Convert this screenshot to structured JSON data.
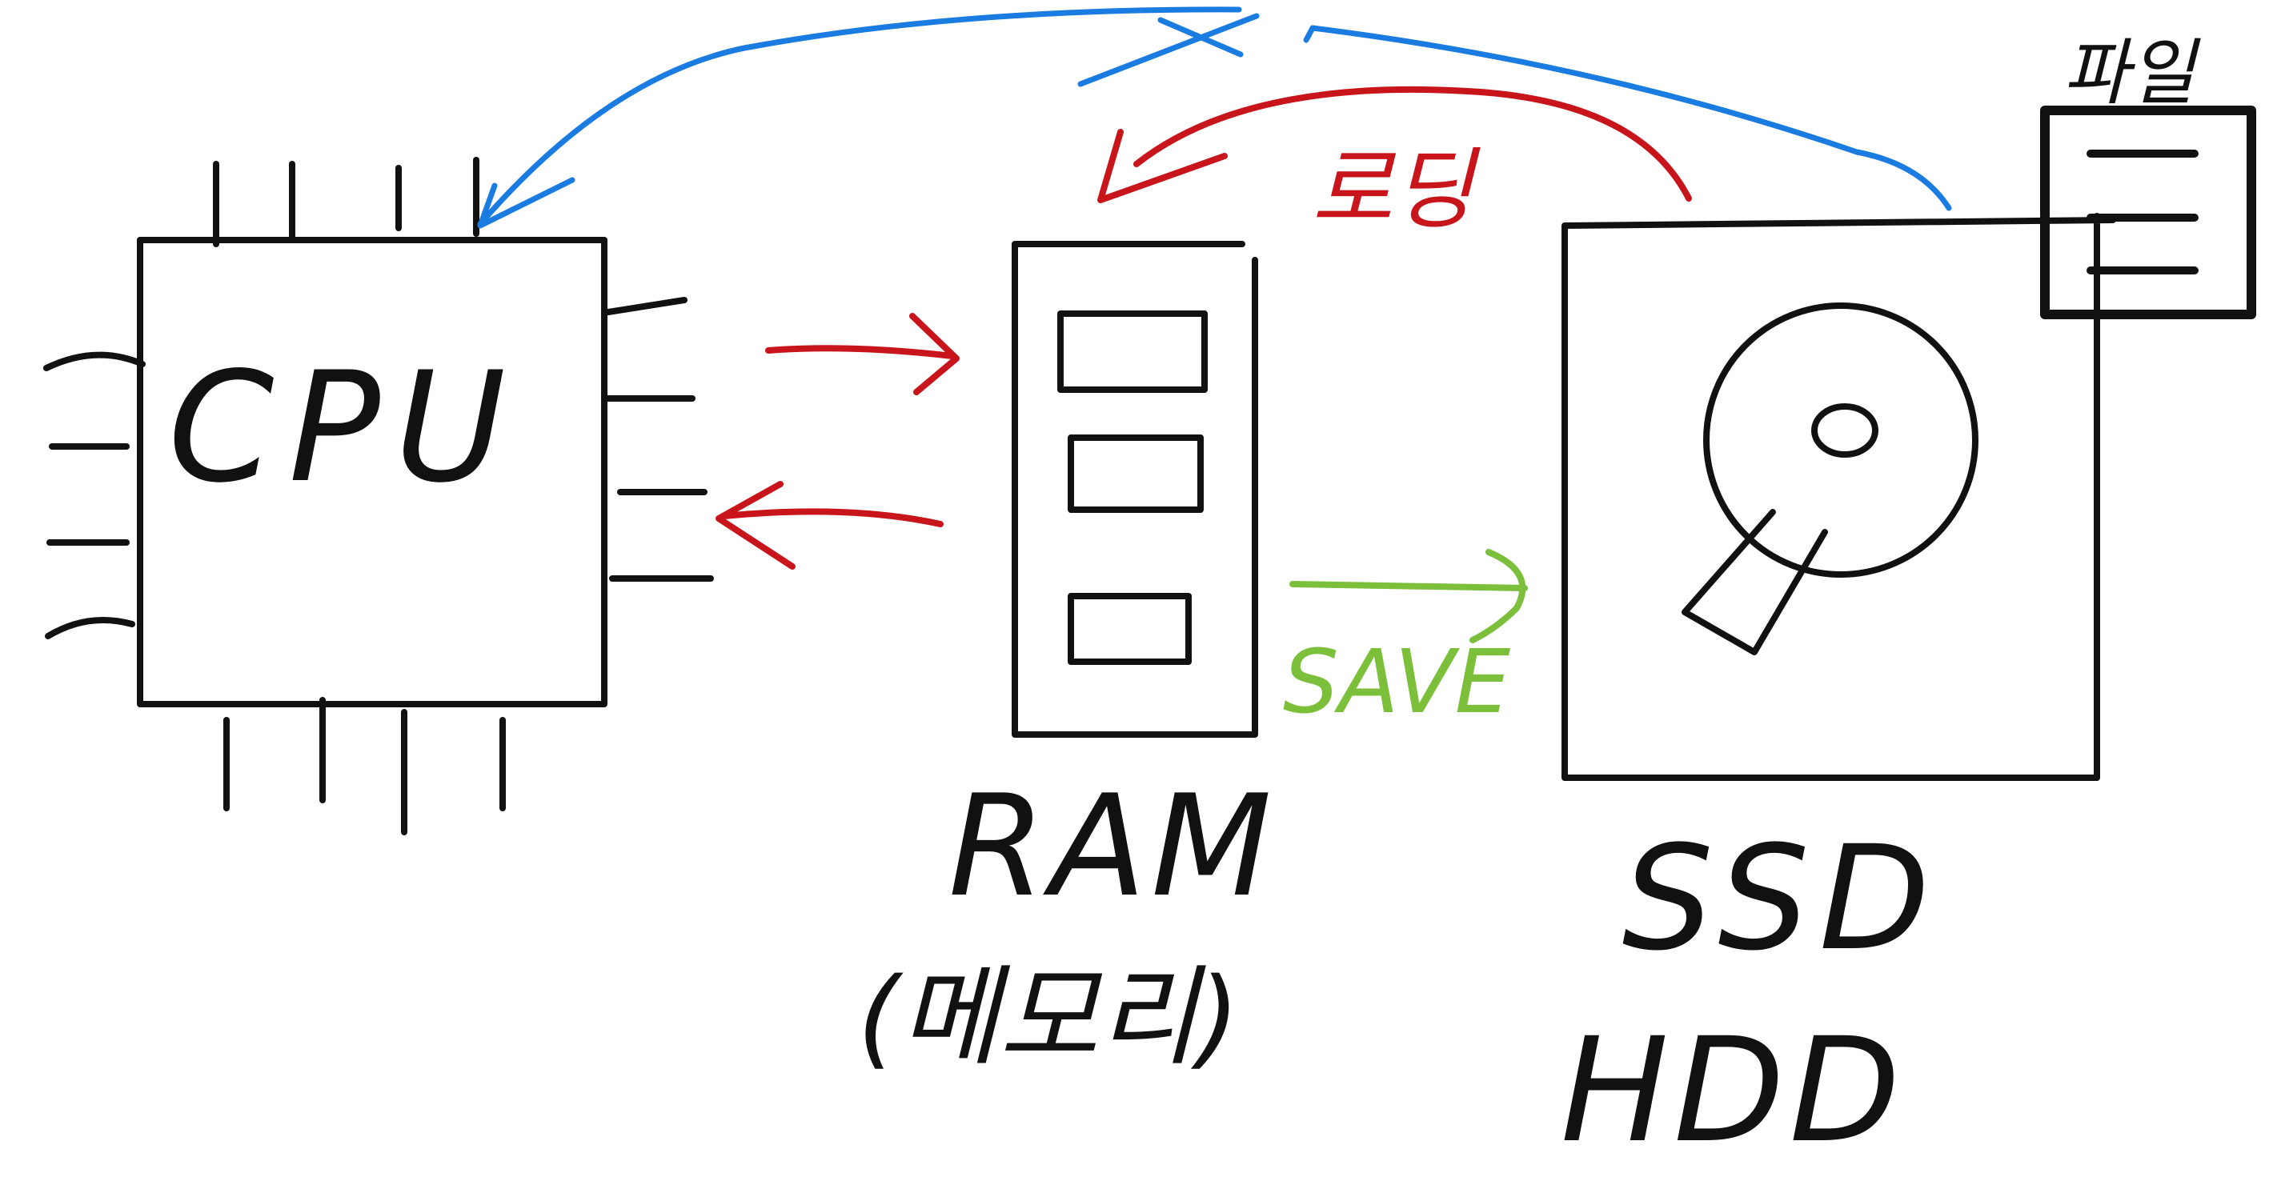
{
  "colors": {
    "ink_black": "#111111",
    "ink_red": "#c8151b",
    "ink_green": "#7bbf3a",
    "ink_blue": "#1a7be0",
    "background": "#ffffff"
  },
  "labels": {
    "cpu": "CPU",
    "ram": "RAM",
    "memory": "(메모리)",
    "ssd": "SSD",
    "hdd": "HDD",
    "loading": "로딩",
    "save": "SAVE",
    "file": "파일"
  },
  "icons": {
    "cpu": "cpu-chip-icon",
    "ram": "ram-module-icon",
    "storage": "hard-disk-icon",
    "file": "file-document-icon"
  }
}
